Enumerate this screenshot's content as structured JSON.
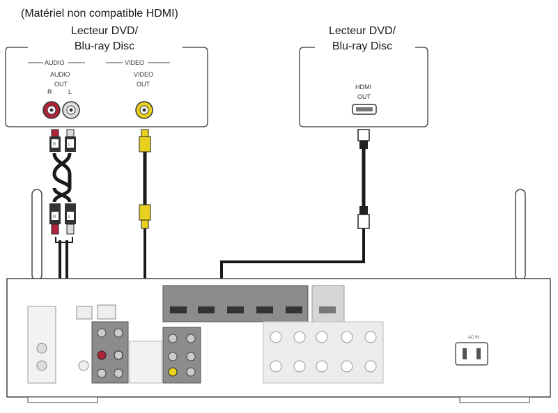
{
  "left_device": {
    "note": "(Matériel non compatible HDMI)",
    "name_line1": "Lecteur DVD/",
    "name_line2": "Blu-ray Disc",
    "group_audio": "AUDIO",
    "group_video": "VIDEO",
    "audio_out_label1": "AUDIO",
    "audio_out_label2": "OUT",
    "audio_r": "R",
    "audio_l": "L",
    "video_out_label1": "VIDEO",
    "video_out_label2": "OUT"
  },
  "right_device": {
    "name_line1": "Lecteur DVD/",
    "name_line2": "Blu-ray Disc",
    "hdmi_label1": "HDMI",
    "hdmi_label2": "OUT"
  },
  "cable_plugs": {
    "red_plug": "R",
    "white_plug": "L"
  },
  "receiver": {
    "ac_in_label": "AC IN"
  },
  "colors": {
    "cable": "#1a1a1a",
    "red_jack": "#b0243a",
    "yellow_jack": "#e8d21f",
    "panel_gray": "#8c8c8c",
    "outline": "#555555"
  }
}
